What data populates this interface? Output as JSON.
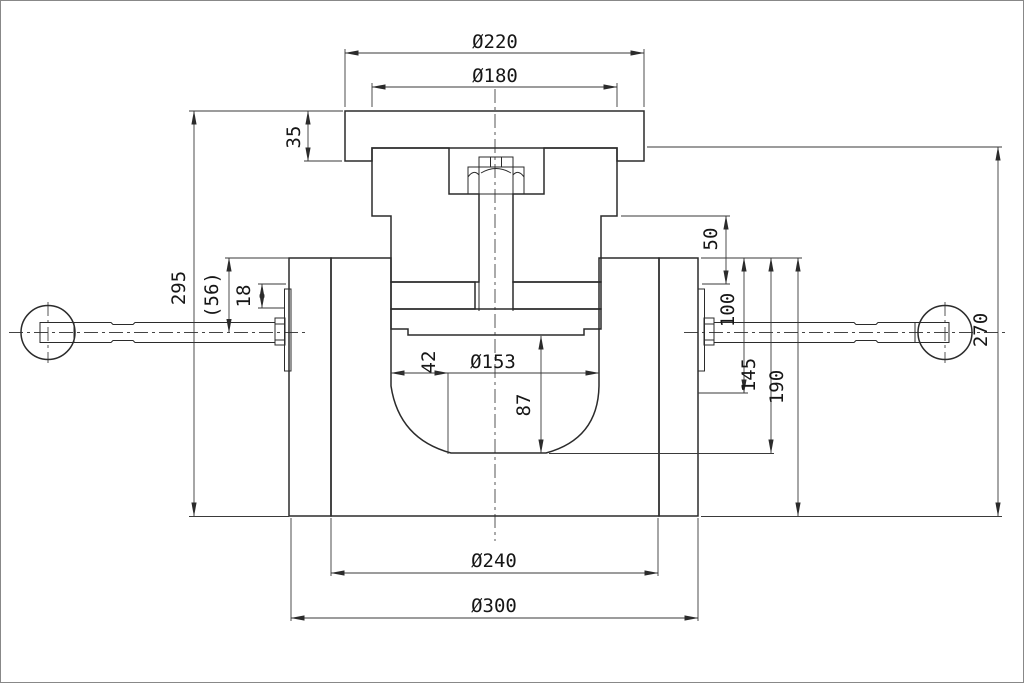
{
  "drawing": {
    "type": "technical-cross-section",
    "background": "#ffffff",
    "line_color": "#2b2b2b",
    "dims": {
      "dia220": "Ø220",
      "dia180": "Ø180",
      "dia153": "Ø153",
      "dia240": "Ø240",
      "dia300": "Ø300",
      "t35": "35",
      "h295": "295",
      "h56": "(56)",
      "t18": "18",
      "h50": "50",
      "h100": "100",
      "h145": "145",
      "h190": "190",
      "h270": "270",
      "w42": "42",
      "d87": "87"
    }
  }
}
